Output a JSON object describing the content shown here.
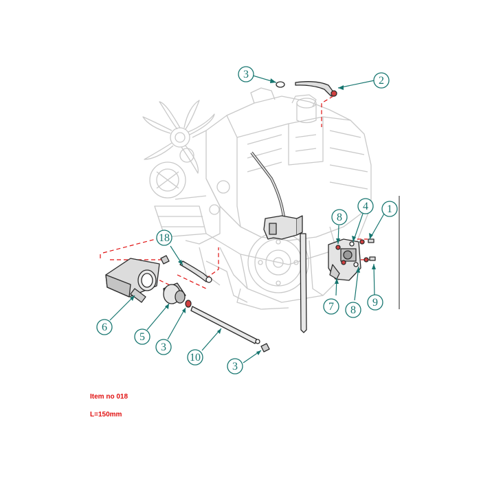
{
  "colors": {
    "callout": "#16756f",
    "engine_outline": "#c9c9c9",
    "part_outline": "#2a2a2a",
    "part_fill": "#d6d6d6",
    "dash_red": "#e01010"
  },
  "callouts": [
    "1",
    "2",
    "3",
    "4",
    "8",
    "18",
    "6",
    "5",
    "3",
    "10",
    "3",
    "7",
    "8",
    "9"
  ],
  "notes": {
    "item_no": "Item no 018",
    "length": "L=150mm"
  }
}
